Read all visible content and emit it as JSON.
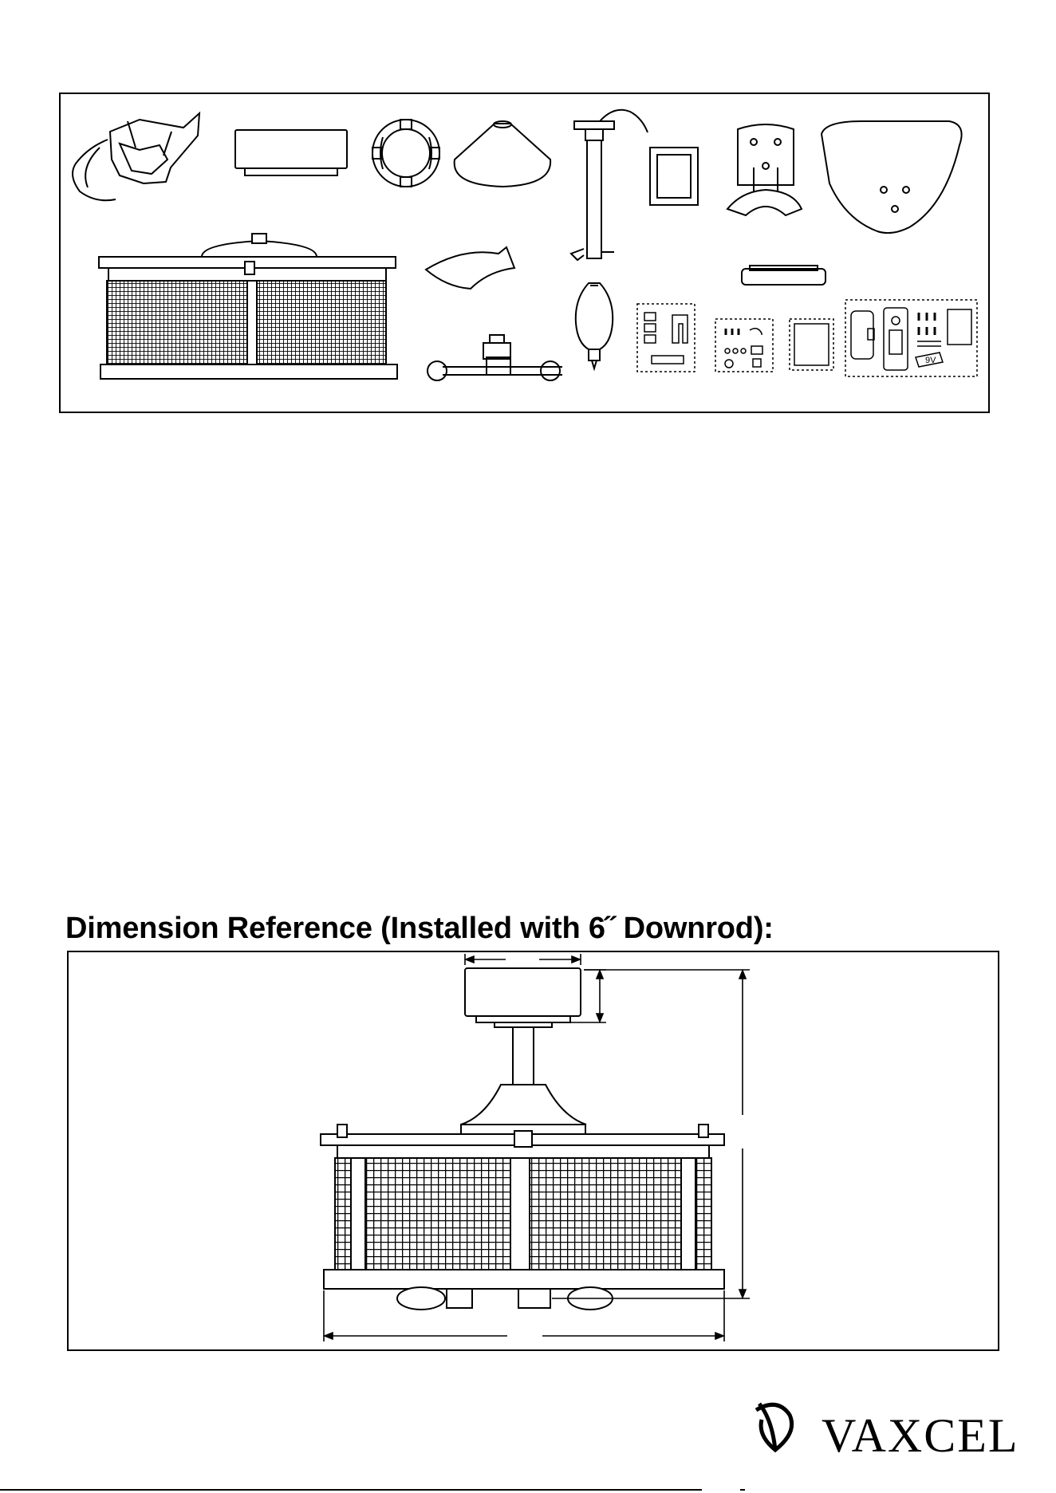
{
  "section": {
    "title": "Dimension Reference (Installed with 6˝ Downrod):"
  },
  "parts_labels": {
    "battery": "9V"
  },
  "brand": {
    "name": "VAXCEL"
  },
  "icons": [
    "mounting-bracket",
    "canopy",
    "canopy-ring",
    "coupling-cover",
    "downrod",
    "switch-cover",
    "blade-bracket",
    "fan-blade",
    "fan-motor-cage",
    "blade-tip",
    "light-kit",
    "edison-bulb",
    "glass-plate",
    "hardware-bag",
    "manual",
    "remote-kit",
    "vaxcel-logo"
  ]
}
